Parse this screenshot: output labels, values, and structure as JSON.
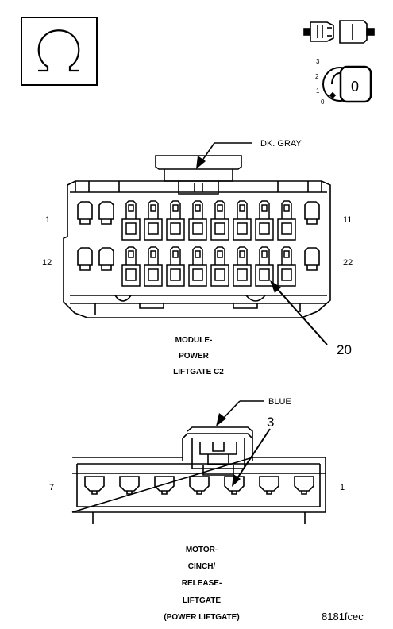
{
  "connector_c2": {
    "wire_color_label": "DK. GRAY",
    "pin_left_top": "1",
    "pin_right_top": "11",
    "pin_left_bottom": "12",
    "pin_right_bottom": "22",
    "callout_pin": "20",
    "title_line1": "MODULE-",
    "title_line2": "POWER",
    "title_line3": "LIFTGATE C2"
  },
  "connector_motor": {
    "wire_color_label": "BLUE",
    "callout_pin": "3",
    "pin_left": "7",
    "pin_right": "1",
    "title_line1": "MOTOR-",
    "title_line2": "CINCH/",
    "title_line3": "RELEASE-",
    "title_line4": "LIFTGATE",
    "title_line5": "(POWER LIFTGATE)"
  },
  "ignition_key": {
    "pos_3": "3",
    "pos_2": "2",
    "pos_1": "1",
    "pos_0": "0",
    "key_label": "0"
  },
  "figure_id": "8181fcec",
  "icons": [
    "ohmmeter-icon",
    "connector-disconnected-icon",
    "ignition-key-off-icon"
  ]
}
